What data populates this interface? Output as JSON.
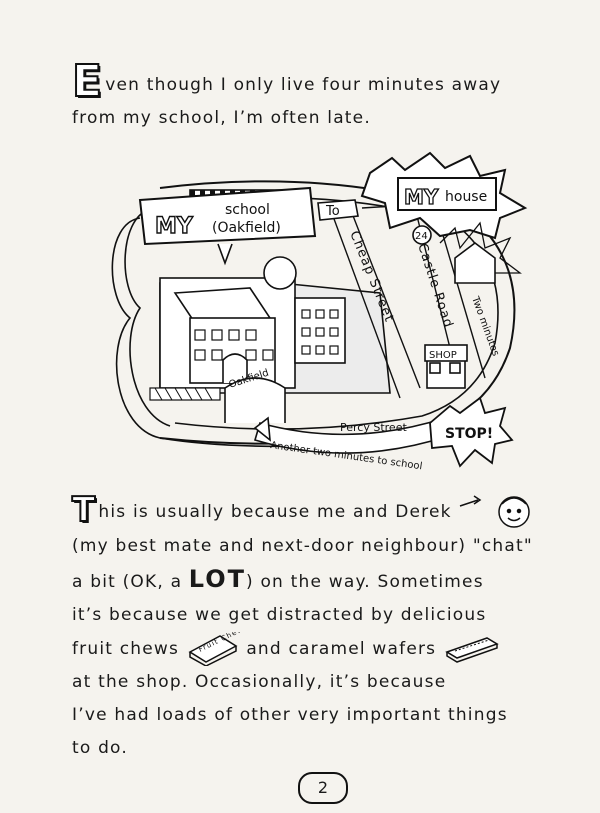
{
  "paragraph1": {
    "dropcap": "E",
    "text": "ven though I only live four minutes away from my school, I’m often late."
  },
  "map": {
    "school_label_my": "MY",
    "school_label_line1": "school",
    "school_label_line2": "(Oakfield)",
    "to_label": "To",
    "house_label_my": "MY",
    "house_label": "house",
    "cheap_street": "Cheap Street",
    "castle_road": "Castle Road",
    "house_number": "24",
    "two_minutes": "Two minutes",
    "shop_label": "SHOP",
    "gate_label": "Oakfield",
    "percy_street": "Percy Street",
    "another_two_minutes": "Another two minutes to school",
    "stop_label": "STOP!"
  },
  "paragraph2": {
    "dropcap": "T",
    "line1": "his is usually because me and Derek",
    "line2": "(my best mate and next-door neighbour) \"chat\"",
    "line3_a": "a bit (OK, a ",
    "line3_big": "LOT",
    "line3_b": ") on the way. Sometimes",
    "line4": "it’s because we get distracted by delicious",
    "line5_a": "fruit chews",
    "fruit_chew_label": "Fruit Chew",
    "line5_b": "and caramel wafers",
    "line6": "at the shop.   Occasionally, it’s because",
    "line7": "I’ve had loads of other very important things",
    "line8": "to do."
  },
  "page_number": "2"
}
